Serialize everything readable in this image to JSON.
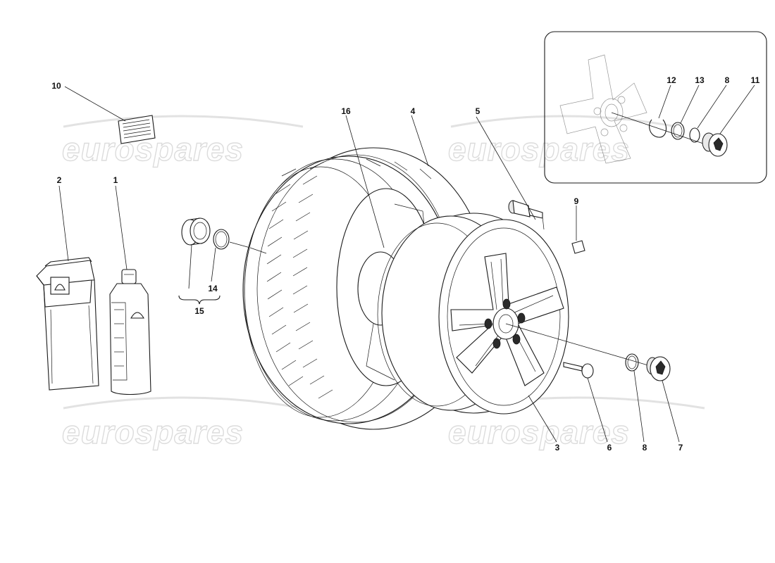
{
  "watermark": "eurospares",
  "callouts": {
    "c1": "1",
    "c2": "2",
    "c3": "3",
    "c4": "4",
    "c5": "5",
    "c6": "6",
    "c7": "7",
    "c8a": "8",
    "c8b": "8",
    "c9": "9",
    "c10": "10",
    "c11": "11",
    "c12": "12",
    "c13": "13",
    "c14": "14",
    "c15": "15",
    "c16": "16"
  },
  "colors": {
    "line": "#1a1a1a",
    "watermark": "#dcdcdc",
    "background": "#ffffff"
  }
}
